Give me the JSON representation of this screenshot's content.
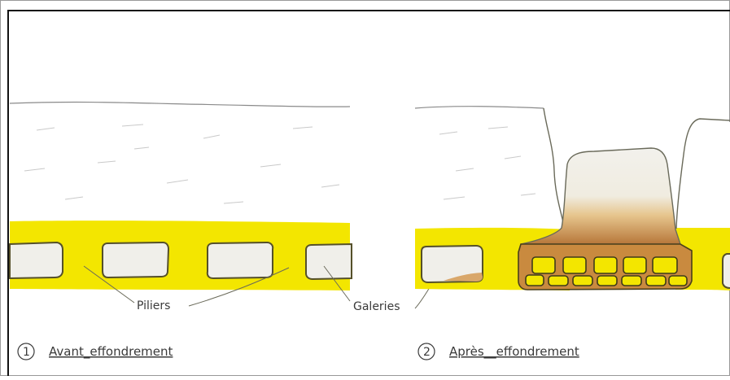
{
  "labels": {
    "piliers": "Piliers",
    "galeries": "Galeries"
  },
  "captions": [
    {
      "number": "1",
      "text": "Avant_effondrement"
    },
    {
      "number": "2",
      "text": "Après__effondrement"
    }
  ],
  "colors": {
    "border": "#111111",
    "rock": "#b9b9b9",
    "coal_layer": "#f3e600",
    "pillar": "#f0efea",
    "outline": "#55502a",
    "collapse_brown": "#b7773a",
    "text": "#3a3a3a"
  }
}
